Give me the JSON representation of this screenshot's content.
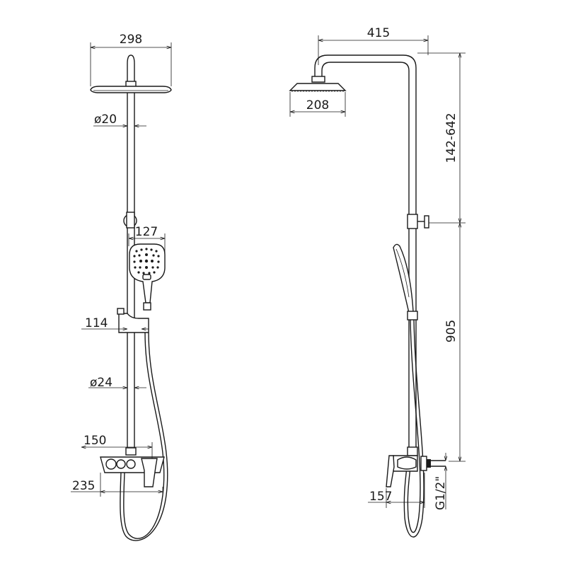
{
  "front_view": {
    "head_width": "298",
    "pipe_diameter_top": "ø20",
    "hand_shower_width": "127",
    "holder_offset": "114",
    "pipe_diameter_bottom": "ø24",
    "mixer_depth": "150",
    "mixer_width": "235"
  },
  "side_view": {
    "arm_reach": "415",
    "head_diameter": "208",
    "height_adjust": "142-642",
    "bar_height": "905",
    "mixer_projection": "157",
    "connection": "G1/2\""
  },
  "colors": {
    "line": "#1a1a1a",
    "background": "#ffffff"
  }
}
